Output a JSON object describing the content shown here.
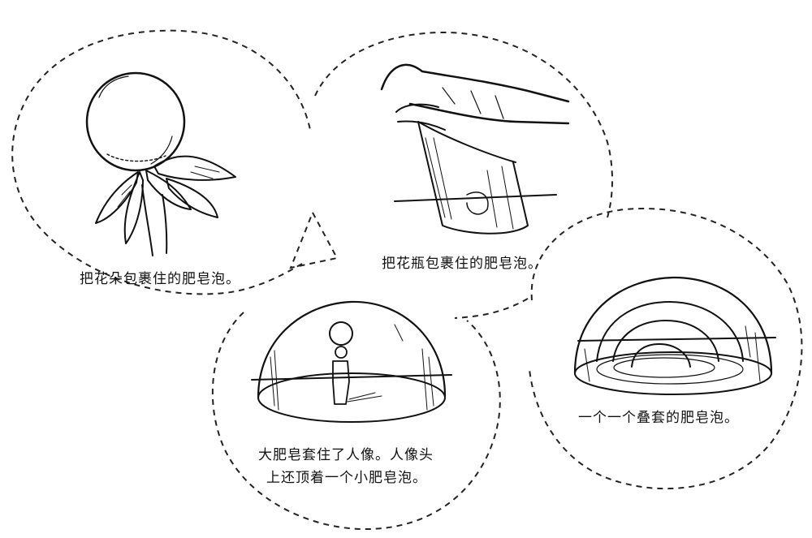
{
  "panels": [
    {
      "caption": "把花朵包裹住的肥皂泡。"
    },
    {
      "caption": "把花瓶包裹住的肥皂泡。"
    },
    {
      "caption_line1": "大肥皂套住了人像。人像头",
      "caption_line2": "上还顶着一个小肥皂泡。"
    },
    {
      "caption": "一个一个叠套的肥皂泡。"
    }
  ]
}
